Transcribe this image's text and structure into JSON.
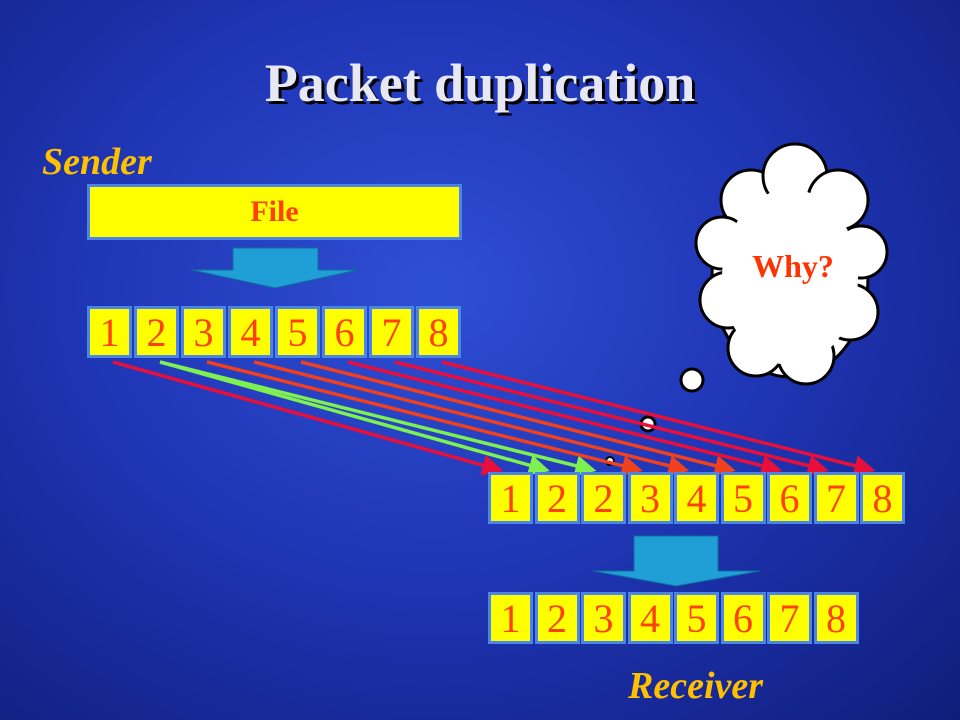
{
  "slide": {
    "title": "Packet duplication",
    "sender_label": "Sender",
    "receiver_label": "Receiver",
    "file_label": "File",
    "thought": "Why?"
  },
  "sender_packets": [
    "1",
    "2",
    "3",
    "4",
    "5",
    "6",
    "7",
    "8"
  ],
  "received_packets": [
    "1",
    "2",
    "2",
    "3",
    "4",
    "5",
    "6",
    "7",
    "8"
  ],
  "reordered_packets": [
    "1",
    "2",
    "3",
    "4",
    "5",
    "6",
    "7",
    "8"
  ],
  "transmissions": [
    {
      "from": 0,
      "to": 0,
      "color": "#e8103a"
    },
    {
      "from": 1,
      "to": 1,
      "color": "#7ef050"
    },
    {
      "from": 1,
      "to": 2,
      "color": "#7ef050"
    },
    {
      "from": 2,
      "to": 3,
      "color": "#f0401e"
    },
    {
      "from": 3,
      "to": 4,
      "color": "#f0401e"
    },
    {
      "from": 4,
      "to": 5,
      "color": "#f0401e"
    },
    {
      "from": 5,
      "to": 6,
      "color": "#e8103a"
    },
    {
      "from": 6,
      "to": 7,
      "color": "#e8103a"
    },
    {
      "from": 7,
      "to": 8,
      "color": "#e8103a"
    }
  ],
  "colors": {
    "packet_fill": "#ffff00",
    "packet_border": "#4a86e8",
    "packet_text": "#ff4000",
    "role_text": "#ffc000",
    "down_arrow": "#1f9fd6"
  }
}
